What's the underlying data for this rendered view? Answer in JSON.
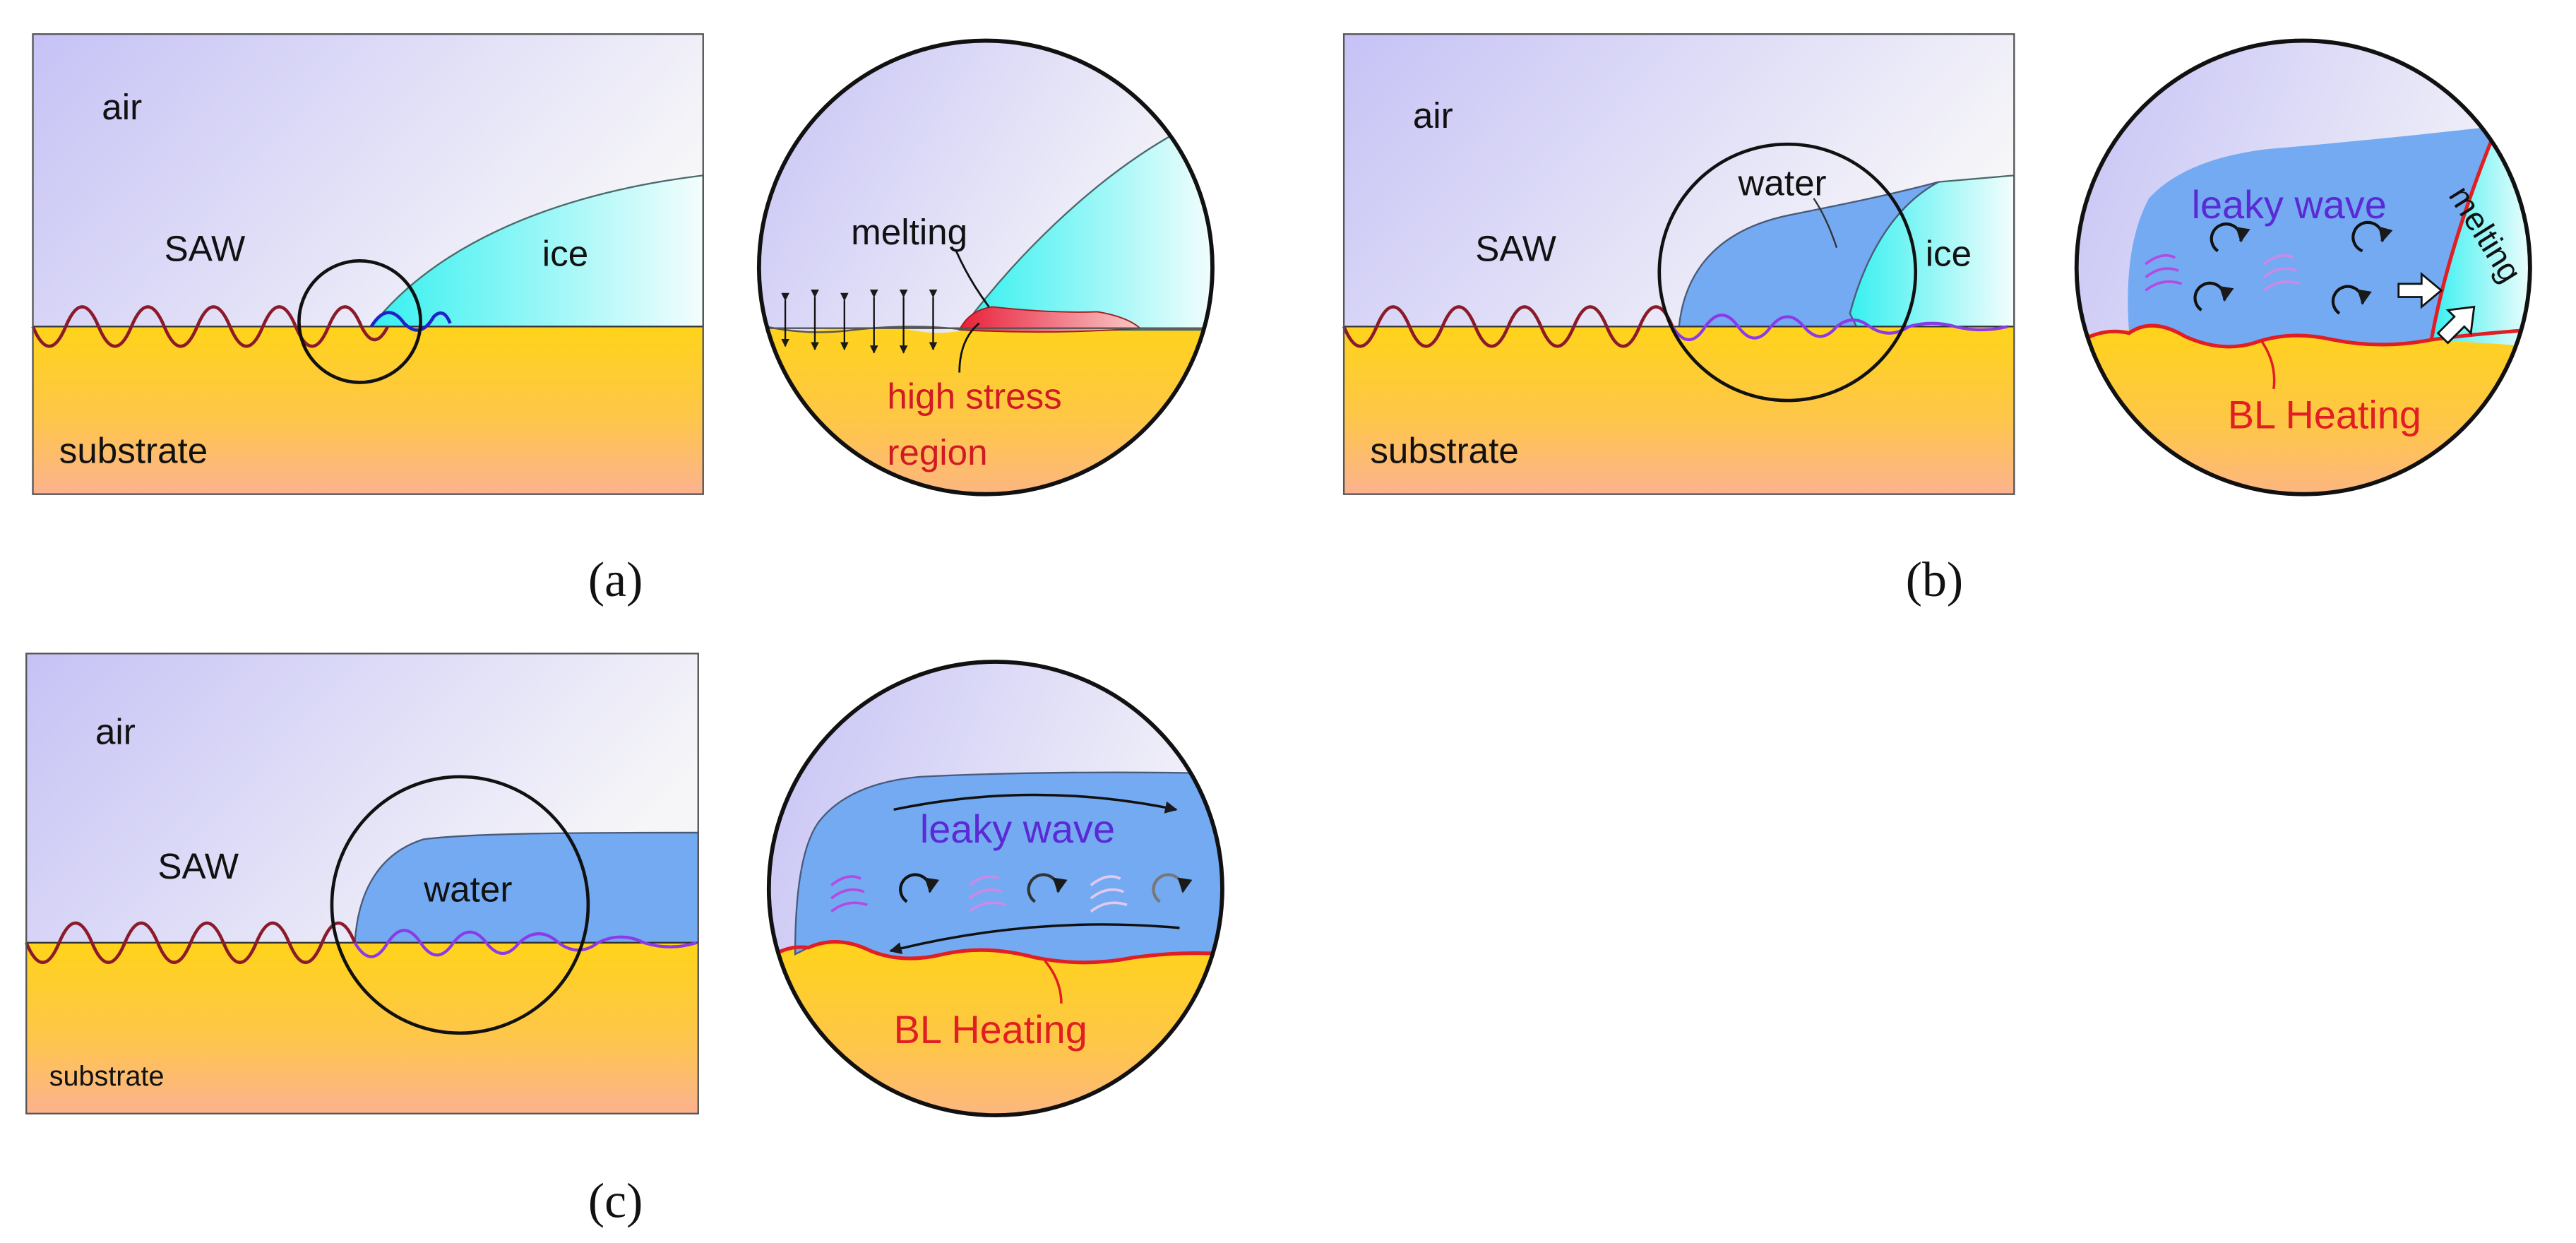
{
  "colors": {
    "air_top": "#c9c6f7",
    "air_bottom": "#f3f3f7",
    "substrate_top": "#ffd21a",
    "substrate_bottom": "#fdb58a",
    "ice_left": "#3ef2f2",
    "ice_right": "#f2fdfd",
    "water": "#73aaf2",
    "saw_wave": "#8b1a2a",
    "leaky_wave_color": "#5a2ad4",
    "heating_color": "#e01e24",
    "stress_color": "#e8263a",
    "purple_strokes": "#b44be0",
    "outline": "#1a1a1a"
  },
  "panel_a": {
    "air": "air",
    "saw": "SAW",
    "ice": "ice",
    "substrate": "substrate",
    "caption": "(a)",
    "zoom": {
      "melting": "melting",
      "stress_line1": "high stress",
      "stress_line2": "region"
    }
  },
  "panel_b": {
    "air": "air",
    "saw": "SAW",
    "water": "water",
    "ice": "ice",
    "substrate": "substrate",
    "caption": "(b)",
    "zoom": {
      "leaky_wave": "leaky wave",
      "melting": "melting",
      "bl_heating": "BL Heating"
    }
  },
  "panel_c": {
    "air": "air",
    "saw": "SAW",
    "water": "water",
    "substrate": "substrate",
    "caption": "(c)",
    "zoom": {
      "leaky_wave": "leaky wave",
      "bl_heating": "BL Heating"
    }
  }
}
